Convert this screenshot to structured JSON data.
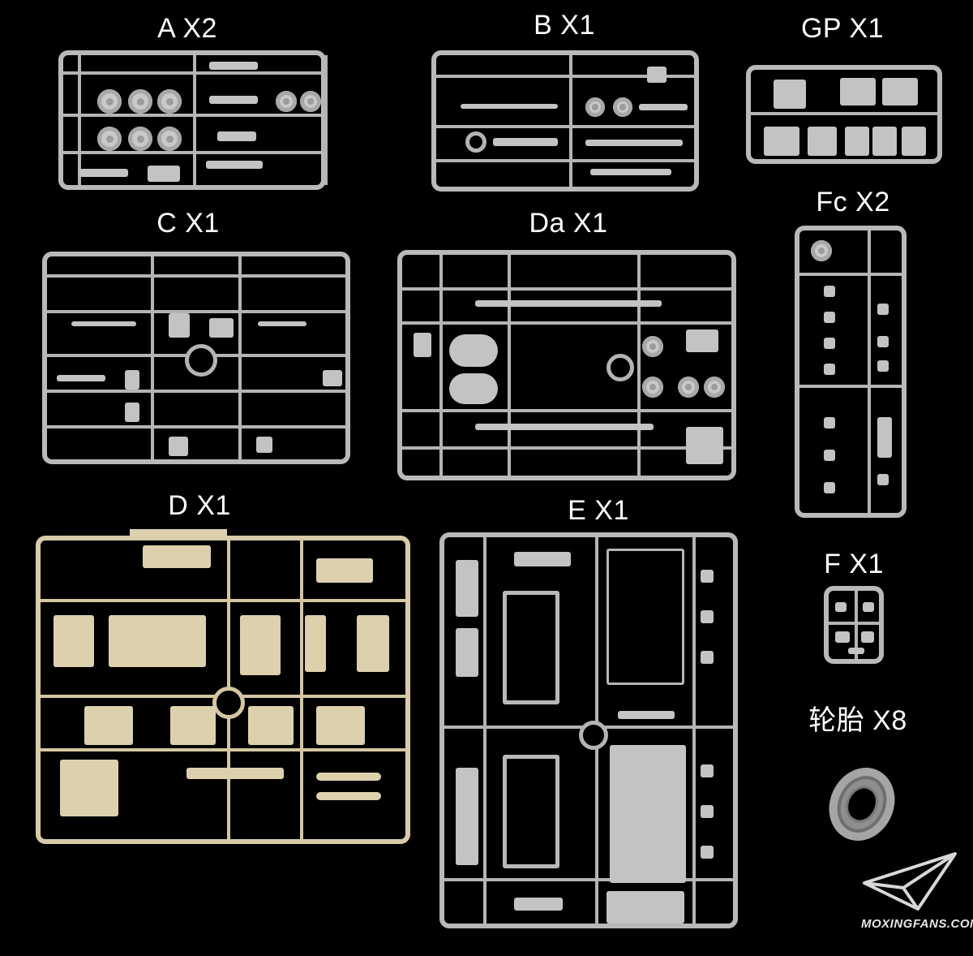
{
  "sprues": [
    {
      "id": "A",
      "label": "A X2"
    },
    {
      "id": "B",
      "label": "B X1"
    },
    {
      "id": "GP",
      "label": "GP X1"
    },
    {
      "id": "C",
      "label": "C X1"
    },
    {
      "id": "Da",
      "label": "Da X1"
    },
    {
      "id": "Fc",
      "label": "Fc X2"
    },
    {
      "id": "D",
      "label": "D X1"
    },
    {
      "id": "E",
      "label": "E X1"
    },
    {
      "id": "F",
      "label": "F X1"
    }
  ],
  "tire": {
    "label": "轮胎 X8",
    "icon": "tire-icon"
  },
  "watermark": {
    "text": "MOXINGFANS.COM",
    "icon": "paper-plane-logo-icon"
  },
  "colors": {
    "background": "#000000",
    "grey_plastic": "#c0c0c0",
    "tan_plastic": "#d8cba7"
  }
}
